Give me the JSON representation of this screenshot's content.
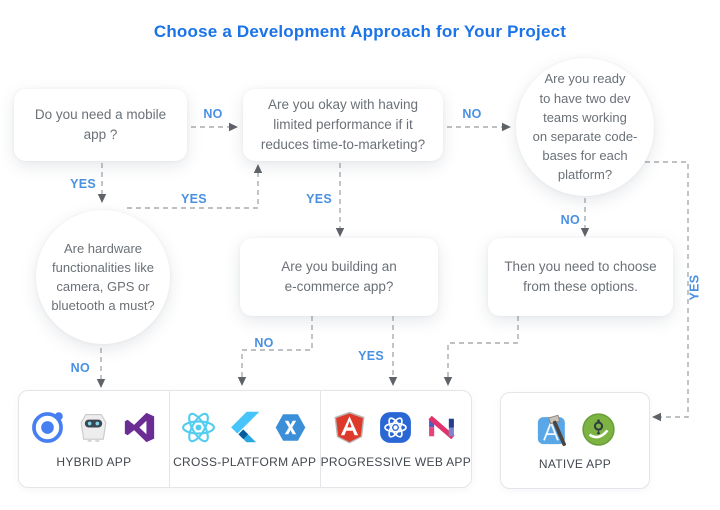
{
  "title": {
    "text": "Choose a Development Approach for Your Project"
  },
  "nodes": {
    "mobile": {
      "text": "Do you need a mobile\napp ?"
    },
    "performance": {
      "text": "Are you okay with having\nlimited performance if it\nreduces time-to-marketing?"
    },
    "two_teams": {
      "text": "Are you ready\nto have two dev\nteams working\non separate code-\nbases for each\nplatform?"
    },
    "hardware": {
      "text": "Are hardware\nfunctionalities like\ncamera, GPS or\nbluetooth a must?"
    },
    "ecommerce": {
      "text": "Are you building an\ne-commerce app?"
    },
    "choose": {
      "text": "Then you need to choose\nfrom these options."
    }
  },
  "edge_labels": {
    "mobile_no": "NO",
    "mobile_yes": "YES",
    "hardware_yes": "YES",
    "hardware_no": "NO",
    "performance_yes": "YES",
    "performance_no": "NO",
    "two_teams_no": "NO",
    "two_teams_yes": "YES",
    "ecommerce_no": "NO",
    "ecommerce_yes": "YES"
  },
  "options": [
    {
      "label": "HYBRID APP",
      "icons": [
        "ionic-icon",
        "cordova-icon",
        "visual-studio-icon"
      ]
    },
    {
      "label": "CROSS-PLATFORM APP",
      "icons": [
        "react-icon",
        "flutter-icon",
        "xamarin-icon"
      ]
    },
    {
      "label": "PROGRESSIVE WEB APP",
      "icons": [
        "angular-icon",
        "react-native-icon",
        "polymer-icon"
      ]
    },
    {
      "label": "NATIVE APP",
      "icons": [
        "xcode-icon",
        "android-studio-icon"
      ]
    }
  ],
  "colors": {
    "title": "#1a73e8",
    "edge_label": "#4a90e2",
    "connector_line": "#a8abae",
    "arrowhead": "#5f6368",
    "question_text": "#6b7177",
    "option_label": "#43474e"
  }
}
